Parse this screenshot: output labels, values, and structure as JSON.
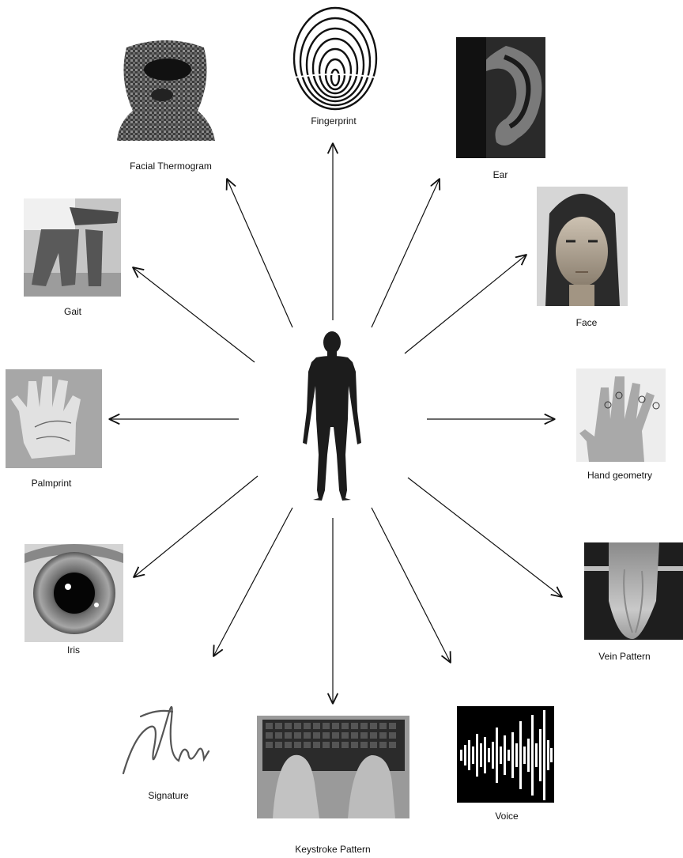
{
  "center": {
    "name": "human-body"
  },
  "items": [
    {
      "id": "fingerprint",
      "label": "Fingerprint"
    },
    {
      "id": "facial-thermogram",
      "label": "Facial Thermogram"
    },
    {
      "id": "ear",
      "label": "Ear"
    },
    {
      "id": "gait",
      "label": "Gait"
    },
    {
      "id": "face",
      "label": "Face"
    },
    {
      "id": "palmprint",
      "label": "Palmprint"
    },
    {
      "id": "hand-geometry",
      "label": "Hand geometry"
    },
    {
      "id": "iris",
      "label": "Iris"
    },
    {
      "id": "vein-pattern",
      "label": "Vein Pattern"
    },
    {
      "id": "signature",
      "label": "Signature"
    },
    {
      "id": "keystroke-pattern",
      "label": "Keystroke Pattern"
    },
    {
      "id": "voice",
      "label": "Voice"
    }
  ]
}
